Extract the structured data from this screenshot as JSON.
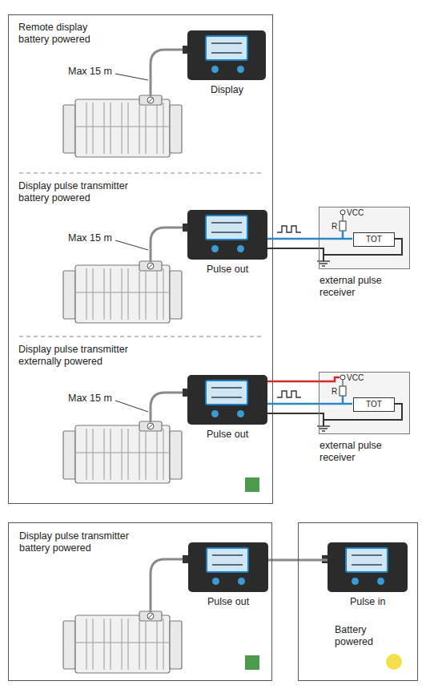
{
  "diagram": {
    "nodes": [
      {
        "text": [
          "Remote display battery powered"
        ]
      },
      {
        "text": [
          "Display"
        ],
        "in": 0
      },
      {
        "text": [
          "Display pulse transmitter battery powered"
        ]
      },
      {
        "text": [
          "Pulse out"
        ],
        "in": 2
      },
      {
        "text": [
          "VCC",
          "R",
          "external pulse receiver"
        ]
      },
      {
        "text": [
          "TOT"
        ],
        "in": 4
      },
      {
        "text": [
          "Display pulse transmitter externally powered"
        ]
      },
      {
        "text": [
          "Pulse out"
        ],
        "in": 6
      },
      {
        "text": [
          "VCC",
          "R",
          "external pulse receiver"
        ]
      },
      {
        "text": [
          "TOT"
        ],
        "in": 8
      },
      {
        "text": [
          "Display pulse transmitter battery powered"
        ]
      },
      {
        "text": [
          "Pulse out"
        ],
        "in": 10
      },
      {
        "text": [
          "Battery powered"
        ]
      },
      {
        "text": [
          "Pulse in"
        ],
        "in": 12
      }
    ],
    "edges": [
      {
        "from": 3,
        "to": 4,
        "arrow": "none"
      },
      {
        "from": 7,
        "to": 8,
        "arrow": "none"
      },
      {
        "from": 11,
        "to": 13,
        "arrow": "none"
      }
    ],
    "labels": [
      "Max 15 m",
      "Max 15 m",
      "Max 15 m"
    ]
  }
}
